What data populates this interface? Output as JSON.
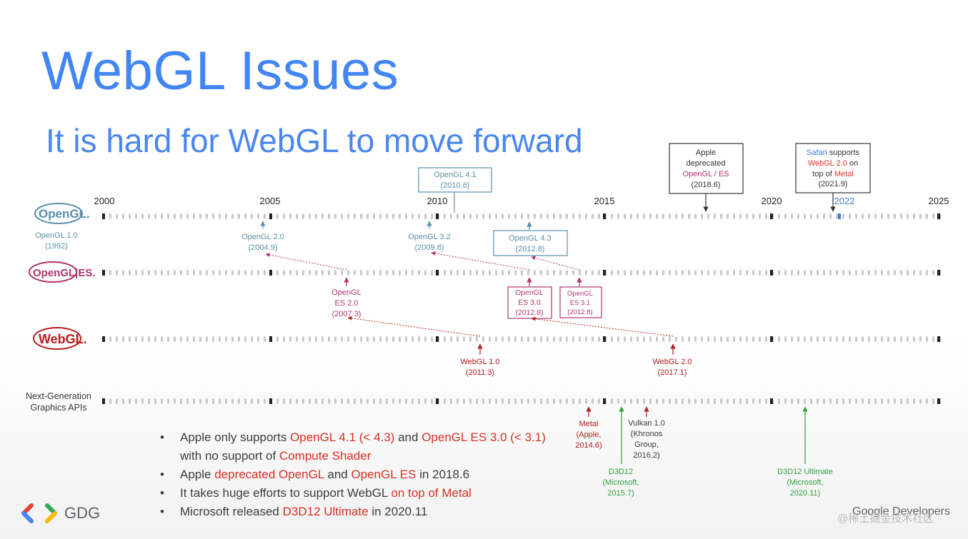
{
  "slide": {
    "title": "WebGL Issues",
    "subtitle": "It is hard for WebGL to move forward"
  },
  "years": [
    "2000",
    "2005",
    "2010",
    "2015",
    "2020",
    "2022",
    "2025"
  ],
  "tracks": {
    "opengl_logo": "OpenGL.",
    "opengles_logo": "OpenGL|ES.",
    "webgl_logo": "WebGL.",
    "nextgen_line1": "Next-Generation",
    "nextgen_line2": "Graphics APIs"
  },
  "labels": {
    "opengl10_a": "OpenGL 1.0",
    "opengl10_b": "(1992)",
    "opengl20_a": "OpenGL 2.0",
    "opengl20_b": "(2004.9)",
    "opengl32_a": "OpenGL 3.2",
    "opengl32_b": "(2009.8)",
    "opengl41_a": "OpenGL 4.1",
    "opengl41_b": "(2010.6)",
    "opengl43_a": "OpenGL 4.3",
    "opengl43_b": "(2012.8)",
    "es20_a": "OpenGL",
    "es20_b": "ES 2.0",
    "es20_c": "(2007.3)",
    "es30_a": "OpenGL",
    "es30_b": "ES 3.0",
    "es30_c": "(2012.8)",
    "es31_a": "OpenGL",
    "es31_b": "ES 3.1",
    "es31_c": "(2012.8)",
    "webgl10_a": "WebGL 1.0",
    "webgl10_b": "(2011.3)",
    "webgl20_a": "WebGL 2.0",
    "webgl20_b": "(2017.1)",
    "apple_a": "Apple",
    "apple_b": "deprecated",
    "apple_c": "OpenGL / ES",
    "apple_d": "(2018.6)",
    "safari_a": "Safari",
    "safari_a2": " supports",
    "safari_b": "WebGL 2.0",
    "safari_b2": " on",
    "safari_c": "top of ",
    "safari_c2": "Metal",
    "safari_d": "(2021.9)",
    "metal_a": "Metal",
    "metal_b": "(Apple,",
    "metal_c": "2014.6)",
    "vulkan_a": "Vulkan 1.0",
    "vulkan_b": "(Khronos",
    "vulkan_c": "Group,",
    "vulkan_d": "2016.2)",
    "d3d12_a": "D3D12",
    "d3d12_b": "(Microsoft,",
    "d3d12_c": "2015.7)",
    "d3d12u_a": "D3D12 Ultimate",
    "d3d12u_b": "(Microsoft,",
    "d3d12u_c": "2020.11)"
  },
  "bullets": {
    "b1_t1": "Apple only supports ",
    "b1_r1": "OpenGL 4.1 (< 4.3)",
    "b1_t2": " and ",
    "b1_r2": "OpenGL ES 3.0 (< 3.1)",
    "b1_t3": " with no support of ",
    "b1_r3": "Compute Shader",
    "b2_t1": "Apple ",
    "b2_r1": "deprecated OpenGL",
    "b2_t2": " and ",
    "b2_r2": "OpenGL ES",
    "b2_t3": " in 2018.6",
    "b3_t1": "It takes huge efforts to support WebGL ",
    "b3_r1": "on top of Metal",
    "b4_t1": "Microsoft released ",
    "b4_r1": "D3D12 Ultimate",
    "b4_t2": " in 2020.11"
  },
  "footer": {
    "gdg": "GDG",
    "google_developers": "Google Developers",
    "watermark": "@稀土掘金技术社区"
  },
  "colors": {
    "title_blue": "#4285f4",
    "opengl_teal": "#5b8fa8",
    "es_magenta": "#c2185b",
    "webgl_red": "#b71c1c",
    "d3d12_green": "#2e9e3e",
    "accent_red": "#d93025"
  }
}
